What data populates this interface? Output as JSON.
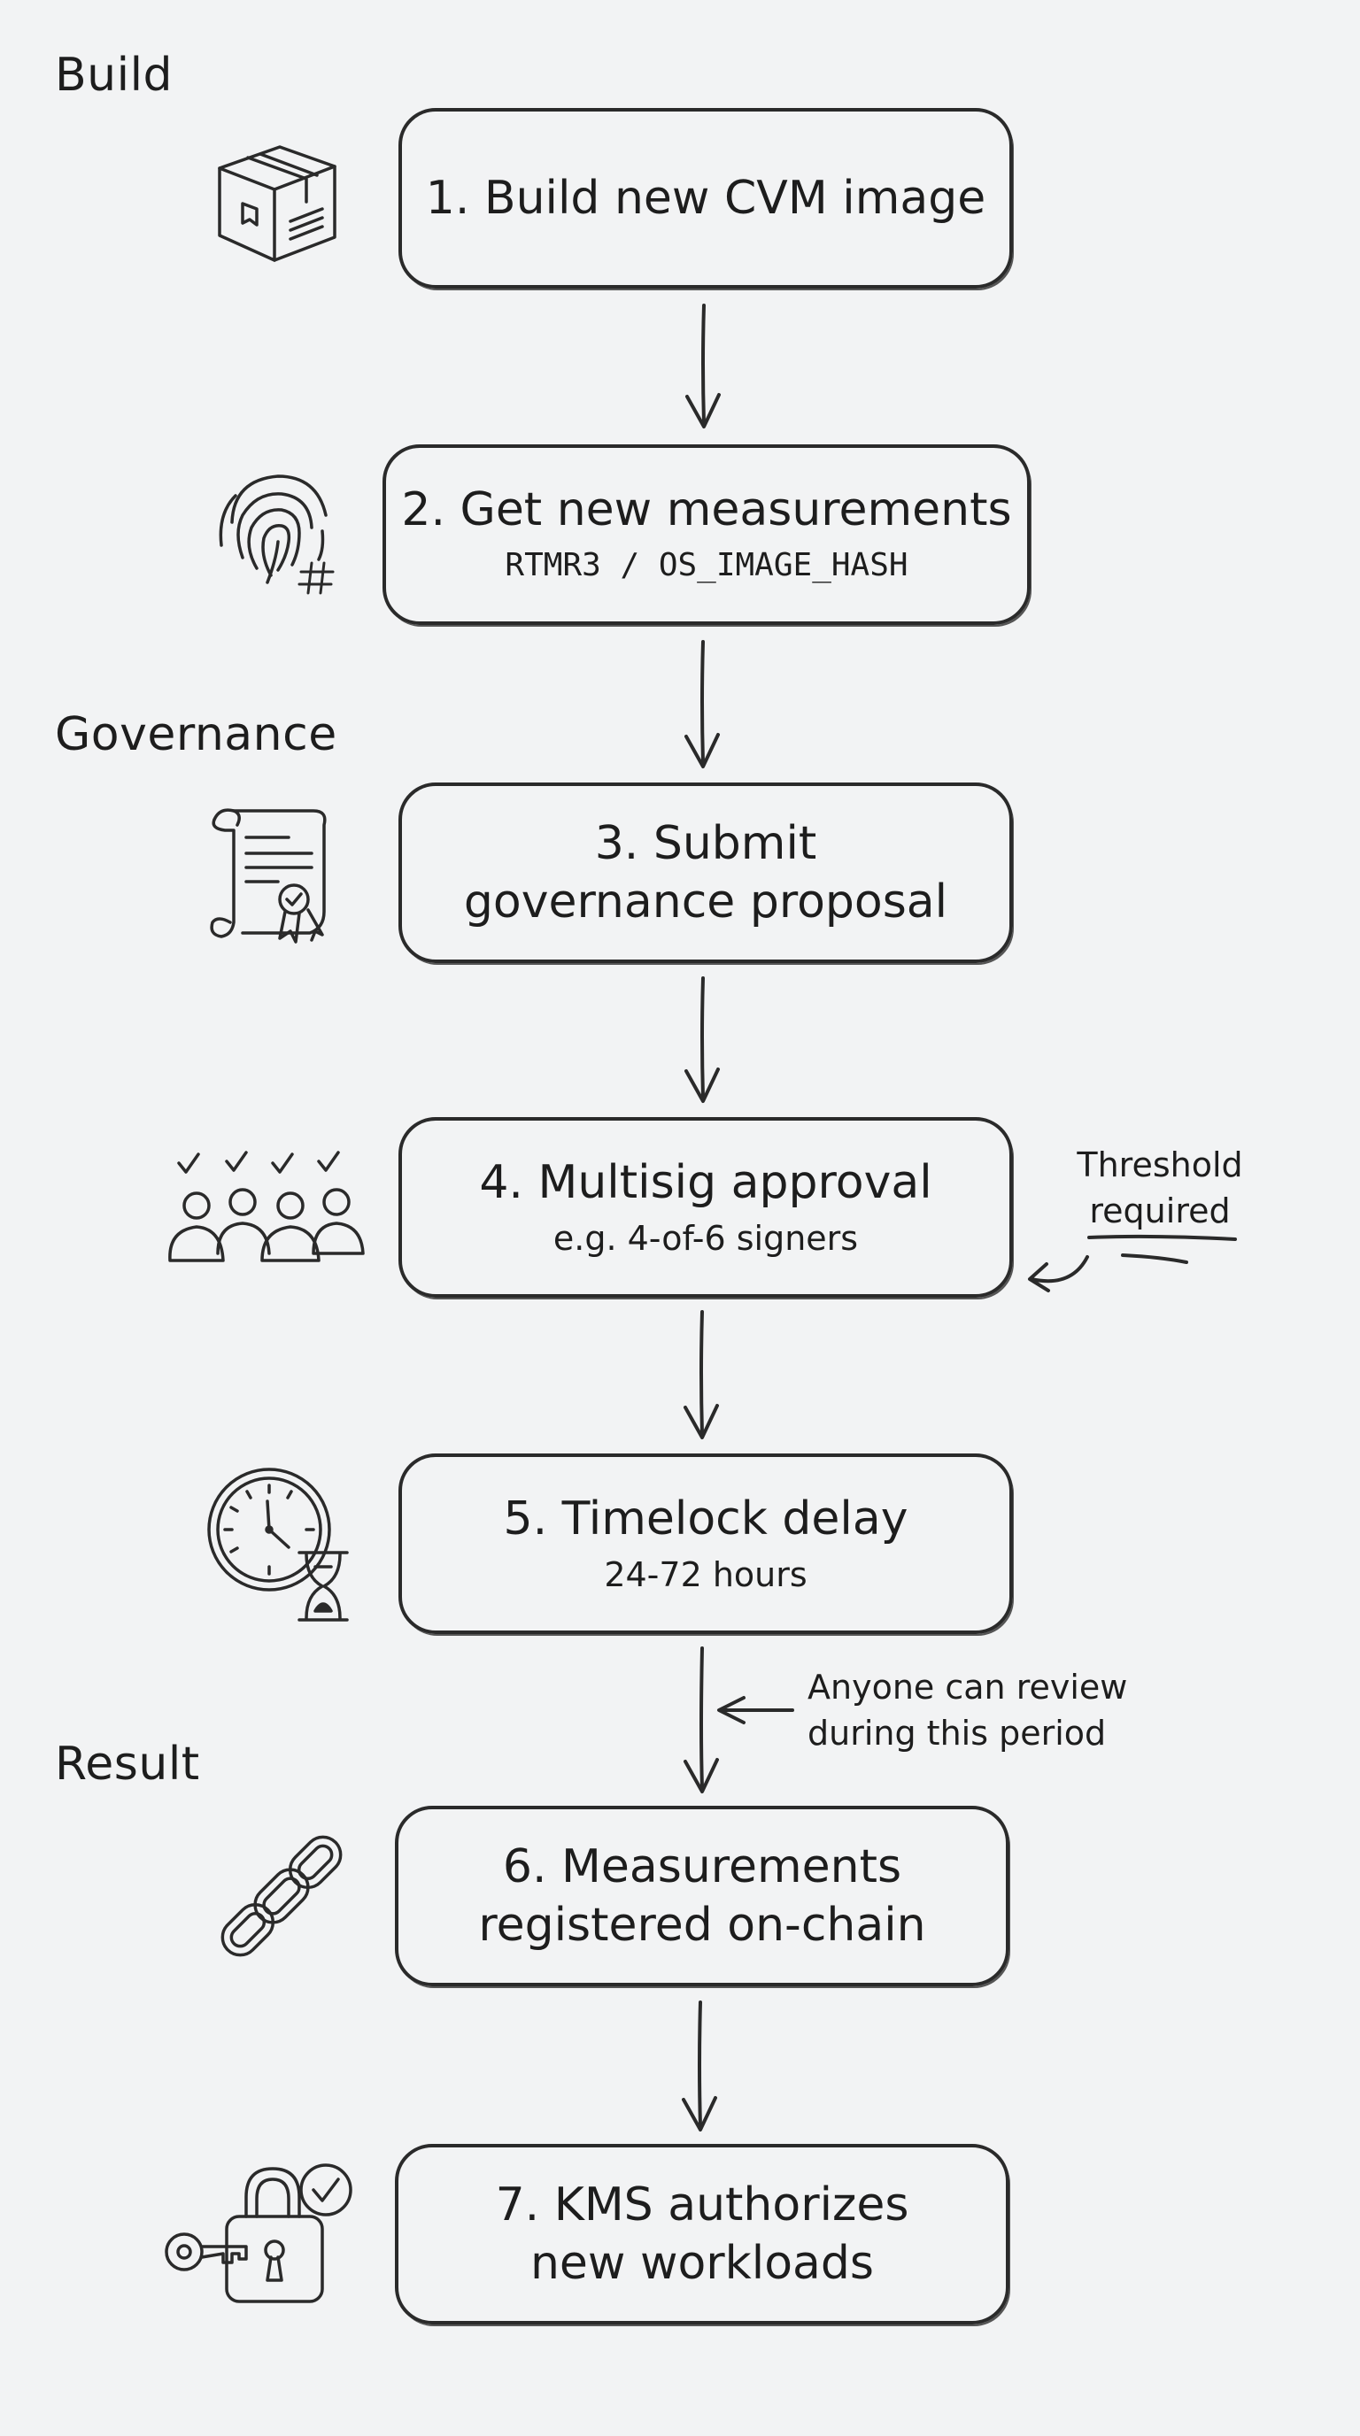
{
  "sections": {
    "build": "Build",
    "governance": "Governance",
    "result": "Result"
  },
  "steps": [
    {
      "title": "1. Build new CVM image",
      "subtitle": "",
      "icon": "package-box-icon"
    },
    {
      "title": "2. Get new measurements",
      "subtitle": "RTMR3 / OS_IMAGE_HASH",
      "icon": "fingerprint-hash-icon"
    },
    {
      "title": "3. Submit governance proposal",
      "subtitle": "",
      "icon": "certificate-scroll-icon"
    },
    {
      "title": "4. Multisig approval",
      "subtitle": "e.g. 4-of-6 signers",
      "icon": "signers-group-icon"
    },
    {
      "title": "5. Timelock delay",
      "subtitle": "24-72 hours",
      "icon": "clock-hourglass-icon"
    },
    {
      "title": "6. Measurements registered on-chain",
      "subtitle": "",
      "icon": "chain-link-icon"
    },
    {
      "title": "7. KMS authorizes new workloads",
      "subtitle": "",
      "icon": "key-lock-icon"
    }
  ],
  "notes": {
    "threshold": "Threshold required",
    "review": "Anyone can review during this period"
  },
  "colors": {
    "background": "#f2f3f4",
    "ink": "#2a2a2a"
  }
}
